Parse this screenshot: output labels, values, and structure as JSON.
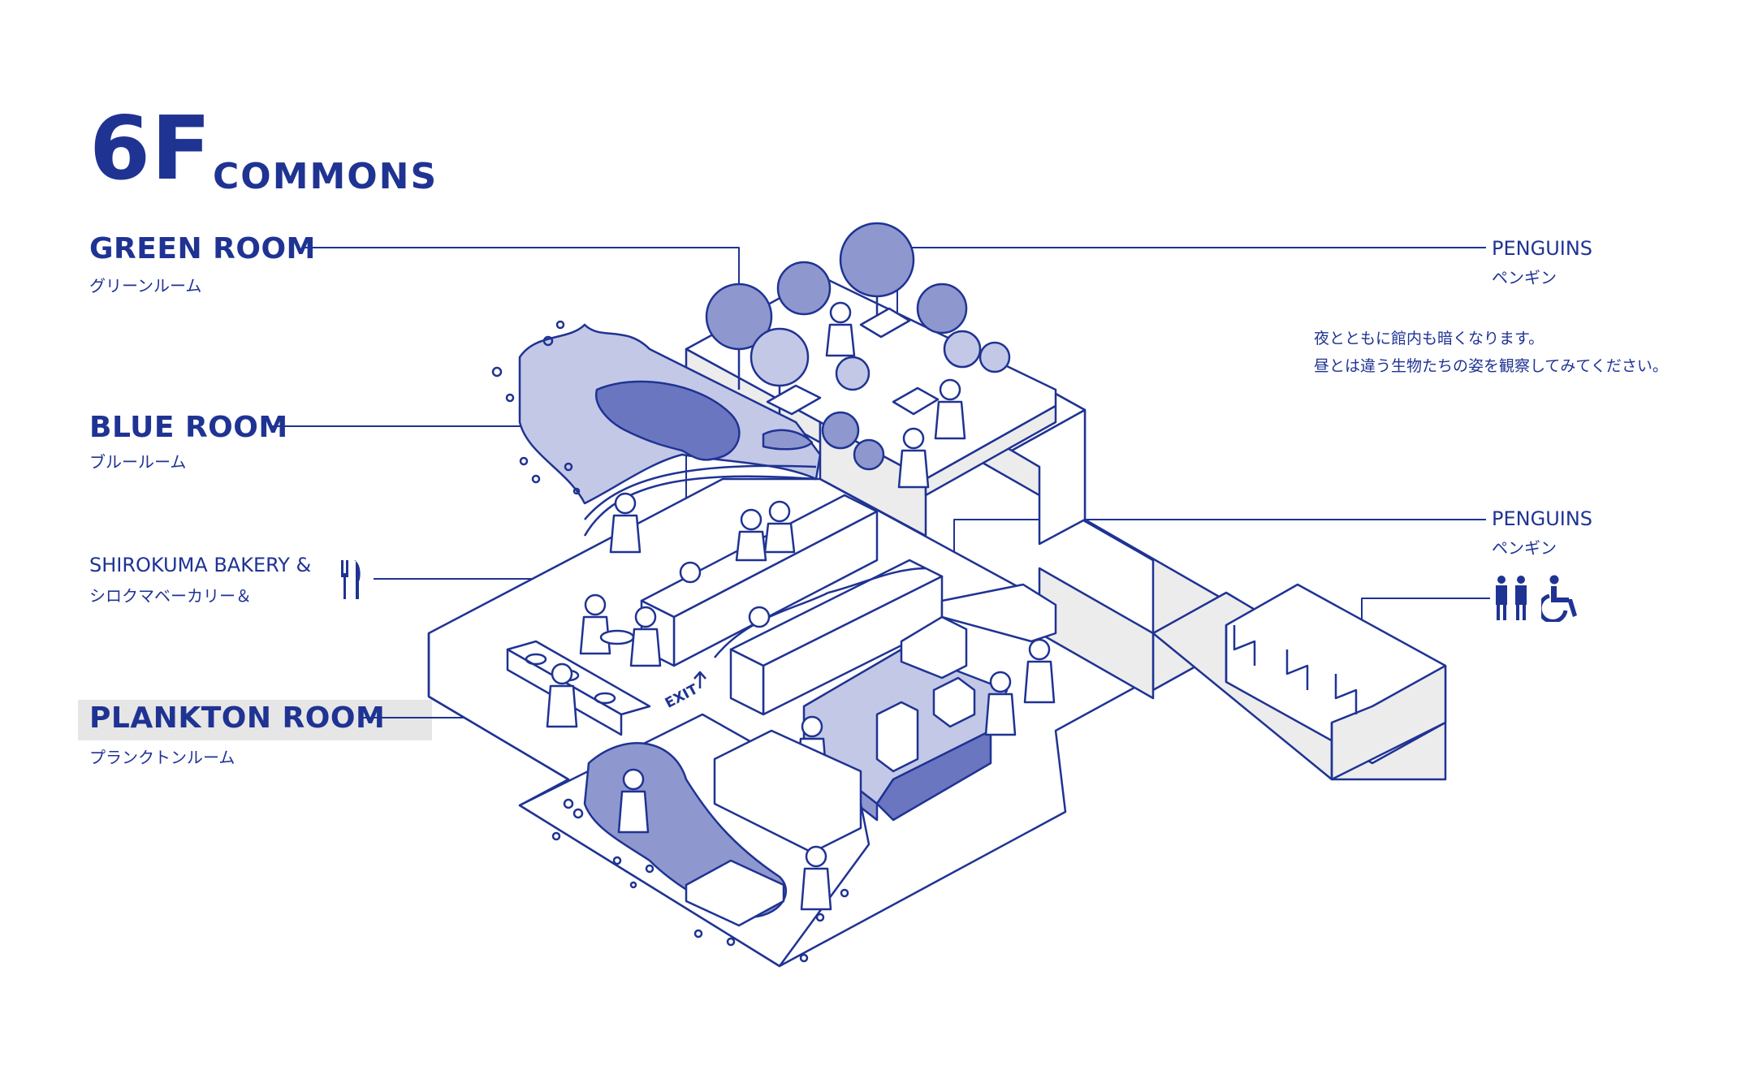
{
  "floor": {
    "level": "6F",
    "name": "COMMONS"
  },
  "labels": {
    "green_room": {
      "en": "GREEN ROOM",
      "jp": "グリーンルーム"
    },
    "blue_room": {
      "en": "BLUE ROOM",
      "jp": "ブルールーム"
    },
    "bakery": {
      "en": "SHIROKUMA BAKERY &",
      "jp": "シロクマベーカリー＆"
    },
    "plankton_room": {
      "en": "PLANKTON ROOM",
      "jp": "プランクトンルーム"
    },
    "penguins_top": {
      "en": "PENGUINS",
      "jp": "ペンギン"
    },
    "penguins_mid": {
      "en": "PENGUINS",
      "jp": "ペンギン"
    }
  },
  "note": {
    "line1": "夜とともに館内も暗くなります。",
    "line2": "昼とは違う生物たちの姿を観察してみてください。"
  },
  "map_text": {
    "exit": "EXIT"
  },
  "icons": [
    "restaurant-icon",
    "restroom-icon",
    "wheelchair-icon"
  ],
  "colors": {
    "ink": "#1f3393",
    "fill_light": "#c3c8e6",
    "fill_mid": "#8e98cf",
    "fill_dark": "#6a77c0",
    "floor_grey": "#ececec",
    "highlight": "#e6e6e6"
  }
}
